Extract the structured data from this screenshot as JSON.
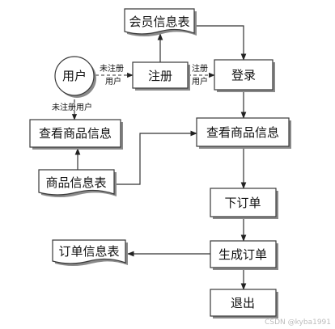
{
  "nodes": {
    "user": "用户",
    "member_table": "会员信息表",
    "register": "注册",
    "login": "登录",
    "browse_left": "查看商品信息",
    "browse_right": "查看商品信息",
    "product_table": "商品信息表",
    "place_order": "下订单",
    "generate_order": "生成订单",
    "order_table": "订单信息表",
    "exit": "退出"
  },
  "edge_labels": {
    "unregistered_line1": "未注册",
    "unregistered_line2": "用户",
    "registered_line1": "注册",
    "registered_line2": "用户",
    "unregistered_user": "未注册用户"
  },
  "watermark": "CSDN @kyba1991"
}
